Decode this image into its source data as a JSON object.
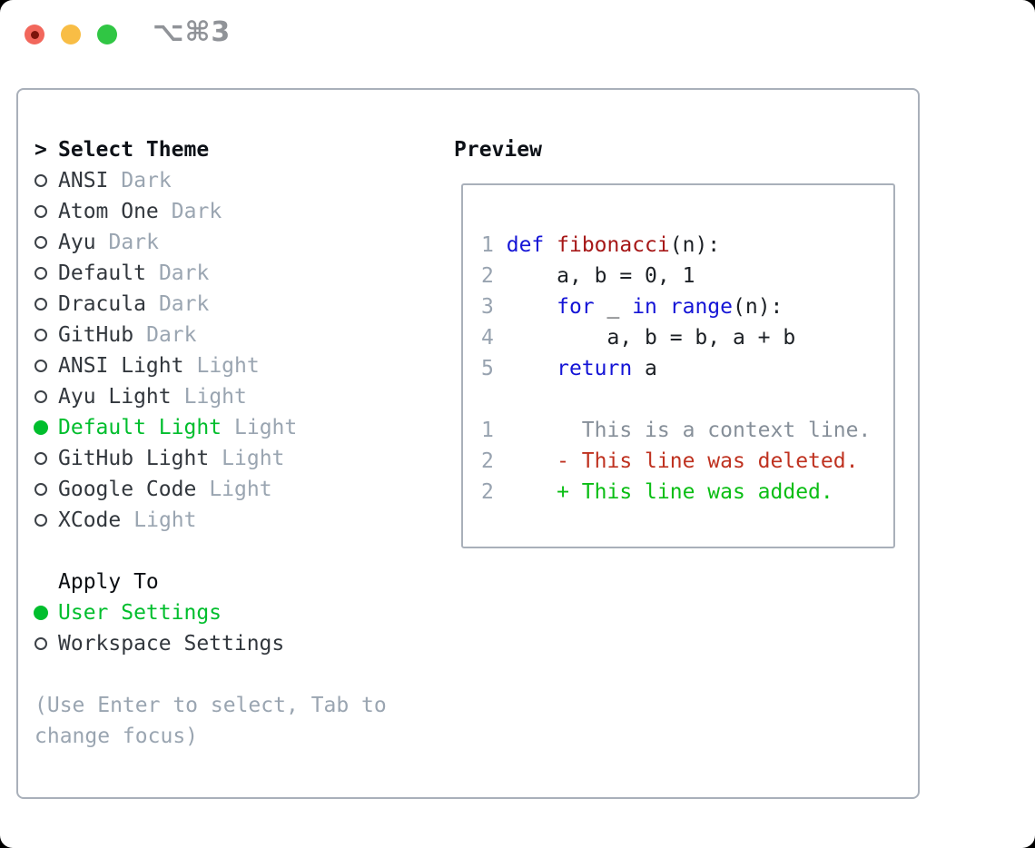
{
  "titlebar": {
    "shortcut": "⌥⌘3"
  },
  "colors": {
    "accent_green": "#00be2d",
    "keyword_blue": "#1414d6",
    "function_red": "#a61717",
    "diff_deleted": "#bf3220",
    "diff_added": "#0abe14",
    "context_gray": "#868f99",
    "lineno_gray": "#98a3b0",
    "muted_gray": "#9aa5b1",
    "text_dark": "#32373d",
    "header_black": "#0d1117",
    "border_gray": "#a9b0ba",
    "traffic_red": "#f2675c",
    "traffic_red_dot": "#7c140b",
    "traffic_yellow": "#f8bd45",
    "traffic_green": "#30c644"
  },
  "theme_panel": {
    "header_prefix": ">",
    "header": "Select Theme",
    "themes": [
      {
        "name": "ANSI",
        "variant": "Dark",
        "selected": false
      },
      {
        "name": "Atom One",
        "variant": "Dark",
        "selected": false
      },
      {
        "name": "Ayu",
        "variant": "Dark",
        "selected": false
      },
      {
        "name": "Default",
        "variant": "Dark",
        "selected": false
      },
      {
        "name": "Dracula",
        "variant": "Dark",
        "selected": false
      },
      {
        "name": "GitHub",
        "variant": "Dark",
        "selected": false
      },
      {
        "name": "ANSI Light",
        "variant": "Light",
        "selected": false
      },
      {
        "name": "Ayu Light",
        "variant": "Light",
        "selected": false
      },
      {
        "name": "Default Light",
        "variant": "Light",
        "selected": true
      },
      {
        "name": "GitHub Light",
        "variant": "Light",
        "selected": false
      },
      {
        "name": "Google Code",
        "variant": "Light",
        "selected": false
      },
      {
        "name": "XCode",
        "variant": "Light",
        "selected": false
      }
    ],
    "apply_to": {
      "title": "Apply To",
      "options": [
        {
          "label": "User Settings",
          "selected": true
        },
        {
          "label": "Workspace Settings",
          "selected": false
        }
      ]
    },
    "hint_lines": [
      "(Use Enter to select, Tab to",
      "change focus)"
    ]
  },
  "preview": {
    "label": "Preview",
    "lines": [
      {
        "segs": [
          [
            "1",
            "ln"
          ],
          [
            " ",
            ""
          ],
          [
            "def",
            "kw"
          ],
          [
            " ",
            ""
          ],
          [
            "fibonacci",
            "fn"
          ],
          [
            "(n):",
            ""
          ]
        ]
      },
      {
        "segs": [
          [
            "2",
            "ln"
          ],
          [
            "     a, b = 0, 1",
            ""
          ]
        ]
      },
      {
        "segs": [
          [
            "3",
            "ln"
          ],
          [
            "     ",
            ""
          ],
          [
            "for",
            "kw"
          ],
          [
            " _ ",
            ""
          ],
          [
            "in",
            "kw"
          ],
          [
            " ",
            ""
          ],
          [
            "range",
            "kw"
          ],
          [
            "(n):",
            ""
          ]
        ]
      },
      {
        "segs": [
          [
            "4",
            "ln"
          ],
          [
            "         a, b = b, a + b",
            ""
          ]
        ]
      },
      {
        "segs": [
          [
            "5",
            "ln"
          ],
          [
            "     ",
            ""
          ],
          [
            "return",
            "kw"
          ],
          [
            " a",
            ""
          ]
        ]
      },
      {
        "segs": []
      },
      {
        "segs": [
          [
            "1",
            "ln"
          ],
          [
            "       ",
            ""
          ],
          [
            "This is a context line.",
            "ctx"
          ]
        ]
      },
      {
        "segs": [
          [
            "2",
            "ln"
          ],
          [
            "     ",
            ""
          ],
          [
            "- This line was deleted.",
            "del"
          ]
        ]
      },
      {
        "segs": [
          [
            "2",
            "ln"
          ],
          [
            "     ",
            ""
          ],
          [
            "+ This line was added.",
            "add"
          ]
        ]
      }
    ]
  }
}
